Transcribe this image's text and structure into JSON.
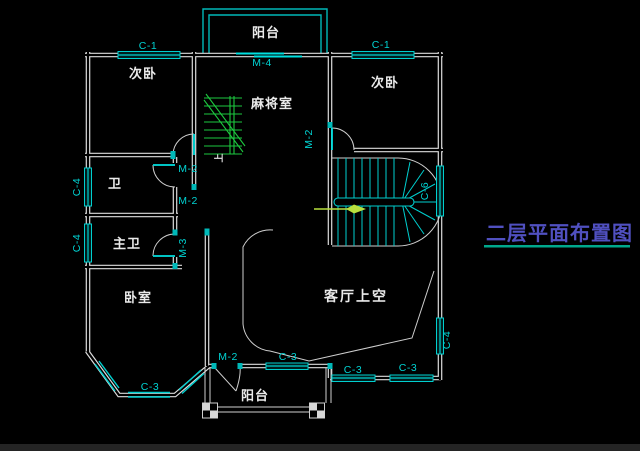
{
  "title": {
    "text": "二层平面布置图"
  },
  "rooms": {
    "balcony_top": "阳台",
    "bedroom2_left": "次卧",
    "bedroom2_right": "次卧",
    "mahjong": "麻将室",
    "bath": "卫",
    "master_bath": "主卫",
    "bedroom": "卧室",
    "living_void": "客厅上空",
    "balcony_bottom": "阳台"
  },
  "annotations": {
    "stair_up": "上"
  },
  "tags": {
    "c1_left": "C-1",
    "c1_right": "C-1",
    "m4": "M-4",
    "m2_hall_upper": "M-2",
    "m2_hall_lower": "M-2",
    "m2_bedroom_right": "M-2",
    "m2_balcony": "M-2",
    "m3": "M-3",
    "c4_bath": "C-4",
    "c4_master": "C-4",
    "c4_right": "C-4",
    "c6": "C-6",
    "c3_balcony": "C-3",
    "c3_bay": "C-3",
    "c3_bottom1": "C-3",
    "c3_bottom2": "C-3"
  },
  "colors": {
    "background": "#000000",
    "wall": "#dcdcdc",
    "window_cyan": "#00cfcf",
    "tag_cyan": "#00d2d2",
    "room_text": "#eaeaea",
    "stair_green": "#1dc93f",
    "arrow_green": "#b8e03e",
    "title_text": "#5050c0",
    "title_underline": "#00a88c"
  }
}
